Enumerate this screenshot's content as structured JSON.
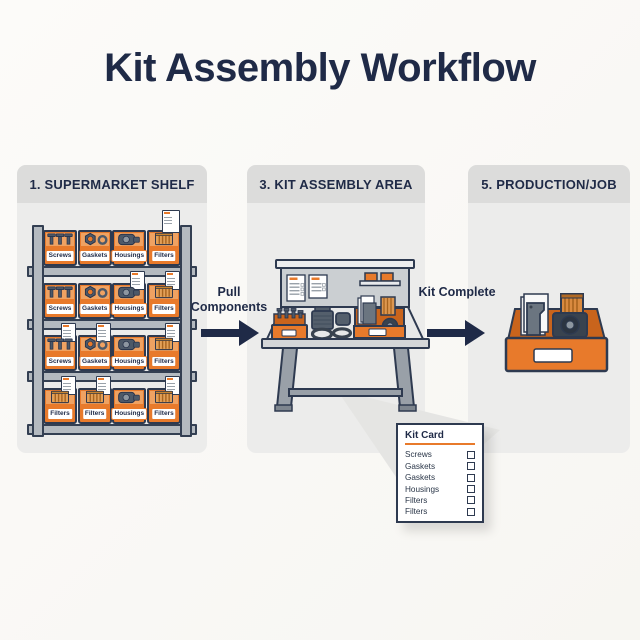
{
  "title": "Kit Assembly Workflow",
  "panels": {
    "shelf": {
      "header": "1. SUPERMARKET SHELF"
    },
    "assembly": {
      "header": "3. KIT ASSEMBLY AREA"
    },
    "production": {
      "header": "5. PRODUCTION/JOB"
    }
  },
  "arrows": {
    "pull": {
      "label": "Pull Components"
    },
    "complete": {
      "label": "Kit Complete"
    }
  },
  "shelf": {
    "rows": [
      {
        "bins": [
          {
            "label": "Screws"
          },
          {
            "label": "Gaskets"
          },
          {
            "label": "Housings"
          },
          {
            "label": "Filters"
          }
        ]
      },
      {
        "bins": [
          {
            "label": "Screws"
          },
          {
            "label": "Gaskets"
          },
          {
            "label": "Housings"
          },
          {
            "label": "Filters"
          }
        ]
      },
      {
        "bins": [
          {
            "label": "Screws"
          },
          {
            "label": "Gaskets"
          },
          {
            "label": "Housings"
          },
          {
            "label": "Filters"
          }
        ]
      },
      {
        "bins": [
          {
            "label": "Filters"
          },
          {
            "label": "Filters"
          },
          {
            "label": "Housings"
          },
          {
            "label": "Filters"
          }
        ]
      }
    ]
  },
  "kit_card": {
    "title": "Kit Card",
    "items": [
      "Screws",
      "Gaskets",
      "Gaskets",
      "Housings",
      "Filters",
      "Filters"
    ]
  },
  "colors": {
    "navy": "#1f2a47",
    "orange": "#e87a2b",
    "panel_body": "#ececeb",
    "panel_header": "#dcdcdb",
    "metal_gray": "#b4bac0",
    "part_gray": "#4d5968"
  }
}
